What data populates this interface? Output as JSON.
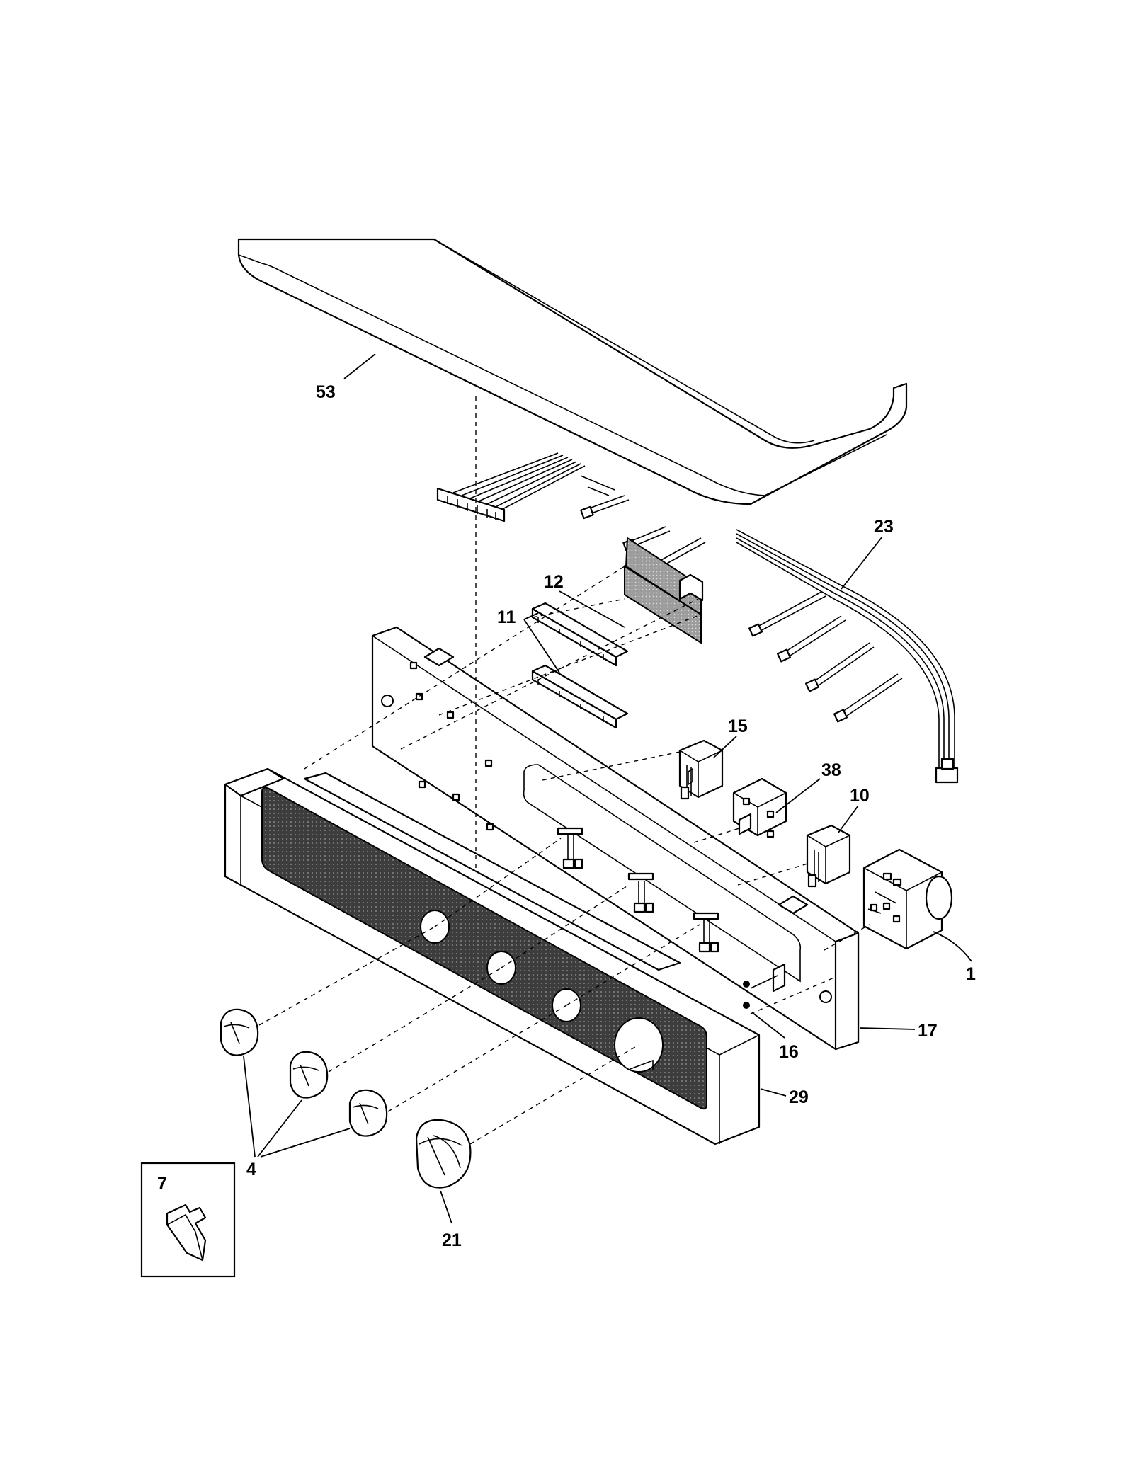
{
  "diagram": {
    "callouts": [
      {
        "id": "53",
        "text": "53"
      },
      {
        "id": "23",
        "text": "23"
      },
      {
        "id": "12",
        "text": "12"
      },
      {
        "id": "11",
        "text": "11"
      },
      {
        "id": "15",
        "text": "15"
      },
      {
        "id": "38",
        "text": "38"
      },
      {
        "id": "10",
        "text": "10"
      },
      {
        "id": "1",
        "text": "1"
      },
      {
        "id": "17",
        "text": "17"
      },
      {
        "id": "16",
        "text": "16"
      },
      {
        "id": "29",
        "text": "29"
      },
      {
        "id": "4",
        "text": "4"
      },
      {
        "id": "21",
        "text": "21"
      },
      {
        "id": "7",
        "text": "7"
      }
    ]
  }
}
